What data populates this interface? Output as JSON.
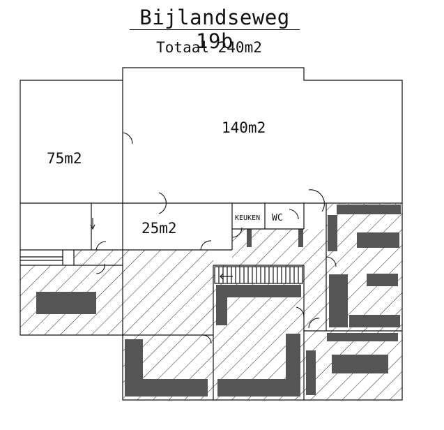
{
  "title": "Bijlandseweg 19b",
  "total": "Totaal 240m2",
  "rooms": {
    "large": "140m2",
    "left": "75m2",
    "middle": "25m2",
    "kitchen": "KEUKEN",
    "wc": "WC"
  }
}
